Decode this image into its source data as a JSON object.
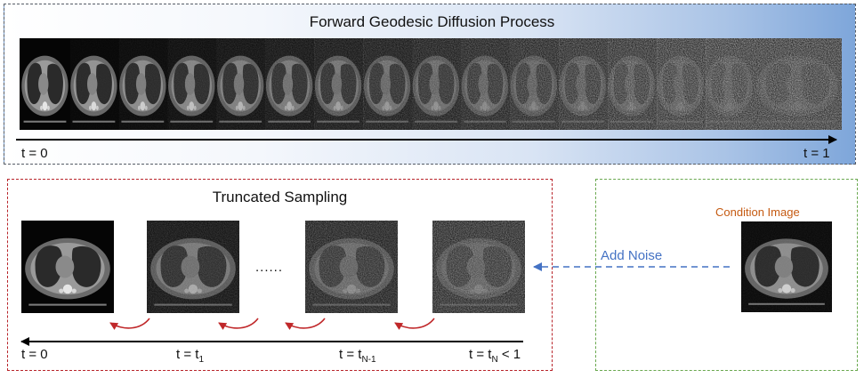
{
  "forward": {
    "title": "Forward Geodesic Diffusion Process",
    "t_start": "t = 0",
    "t_end": "t = 1",
    "frame_noise_levels": [
      0.0,
      0.06,
      0.13,
      0.2,
      0.27,
      0.34,
      0.41,
      0.48,
      0.55,
      0.62,
      0.69,
      0.76,
      0.83,
      0.9,
      0.96,
      1.0
    ]
  },
  "truncated": {
    "title": "Truncated Sampling",
    "ellipsis": "......",
    "image_noise_levels": [
      0.0,
      0.35,
      0.6,
      0.75
    ],
    "labels": {
      "t0": "t = 0",
      "t1_prefix": "t = t",
      "t1_sub": "1",
      "tn1_prefix": "t = t",
      "tn1_sub": "N-1",
      "tn_prefix": "t = t",
      "tn_sub": "N",
      "tn_suffix": " < 1"
    }
  },
  "condition": {
    "title": "Condition Image",
    "add_noise": "Add Noise"
  },
  "colors": {
    "forward_border": "#555c66",
    "truncated_border": "#b8242a",
    "condition_border": "#6aa84f",
    "curved_arrow": "#c0282a",
    "noise_arrow": "#4472c4",
    "condition_title": "#c55a11"
  }
}
